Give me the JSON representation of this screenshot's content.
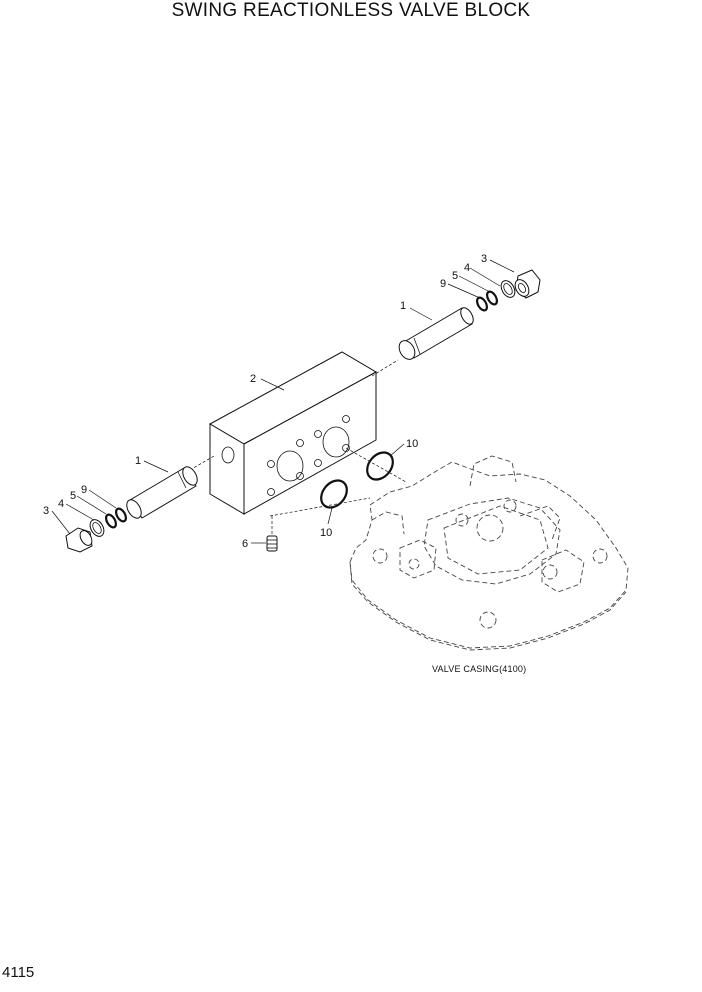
{
  "title": "SWING REACTIONLESS VALVE BLOCK",
  "page_number": "4115",
  "casing_caption": "VALVE CASING(4100)",
  "callouts": {
    "c1_upper": "1",
    "c1_lower": "1",
    "c2": "2",
    "c3_upper": "3",
    "c3_lower": "3",
    "c4_upper": "4",
    "c4_lower": "4",
    "c5_upper": "5",
    "c5_lower": "5",
    "c6": "6",
    "c9_upper": "9",
    "c9_lower": "9",
    "c10_upper": "10",
    "c10_lower": "10"
  }
}
